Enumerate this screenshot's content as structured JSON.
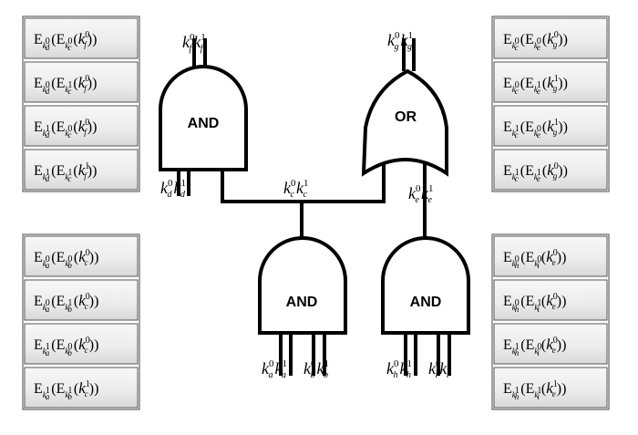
{
  "gates": [
    {
      "id": "and-top-left",
      "label": "AND"
    },
    {
      "id": "or-top-right",
      "label": "OR"
    },
    {
      "id": "and-bottom-middle",
      "label": "AND"
    },
    {
      "id": "and-bottom-right",
      "label": "AND"
    }
  ],
  "wire_labels": [
    {
      "id": "kf",
      "sub": "f",
      "sup0": "0",
      "sup1": "1"
    },
    {
      "id": "kg",
      "sub": "g",
      "sup0": "0",
      "sup1": "1"
    },
    {
      "id": "kd",
      "sub": "d",
      "sup0": "0",
      "sup1": "1"
    },
    {
      "id": "kc",
      "sub": "c",
      "sup0": "0",
      "sup1": "1"
    },
    {
      "id": "ke",
      "sub": "e",
      "sup0": "0",
      "sup1": "1"
    },
    {
      "id": "ka",
      "sub": "a",
      "sup0": "0",
      "sup1": "1"
    },
    {
      "id": "kb",
      "sub": "b",
      "sup0": "0",
      "sup1": "1"
    },
    {
      "id": "kh",
      "sub": "h",
      "sup0": "0",
      "sup1": "1"
    },
    {
      "id": "ki",
      "sub": "i",
      "sup0": "0",
      "sup1": "1"
    }
  ],
  "tables": [
    {
      "id": "table-top-left",
      "rows": [
        {
          "outer": "d",
          "o": "0",
          "inner": "c",
          "i": "0",
          "out": "f",
          "v": "0"
        },
        {
          "outer": "d",
          "o": "0",
          "inner": "c",
          "i": "1",
          "out": "f",
          "v": "0"
        },
        {
          "outer": "d",
          "o": "1",
          "inner": "c",
          "i": "0",
          "out": "f",
          "v": "0"
        },
        {
          "outer": "d",
          "o": "1",
          "inner": "c",
          "i": "1",
          "out": "f",
          "v": "1"
        }
      ]
    },
    {
      "id": "table-top-right",
      "rows": [
        {
          "outer": "c",
          "o": "0",
          "inner": "e",
          "i": "0",
          "out": "g",
          "v": "0"
        },
        {
          "outer": "c",
          "o": "0",
          "inner": "e",
          "i": "1",
          "out": "g",
          "v": "1"
        },
        {
          "outer": "c",
          "o": "1",
          "inner": "e",
          "i": "0",
          "out": "g",
          "v": "1"
        },
        {
          "outer": "c",
          "o": "1",
          "inner": "e",
          "i": "1",
          "out": "g",
          "v": "0"
        }
      ]
    },
    {
      "id": "table-bottom-left",
      "rows": [
        {
          "outer": "a",
          "o": "0",
          "inner": "b",
          "i": "0",
          "out": "c",
          "v": "0"
        },
        {
          "outer": "a",
          "o": "0",
          "inner": "b",
          "i": "1",
          "out": "c",
          "v": "0"
        },
        {
          "outer": "a",
          "o": "1",
          "inner": "b",
          "i": "0",
          "out": "c",
          "v": "0"
        },
        {
          "outer": "a",
          "o": "1",
          "inner": "b",
          "i": "1",
          "out": "c",
          "v": "1"
        }
      ]
    },
    {
      "id": "table-bottom-right",
      "rows": [
        {
          "outer": "h",
          "o": "0",
          "inner": "i",
          "i": "0",
          "out": "e",
          "v": "0"
        },
        {
          "outer": "h",
          "o": "0",
          "inner": "i",
          "i": "1",
          "out": "e",
          "v": "0"
        },
        {
          "outer": "h",
          "o": "1",
          "inner": "i",
          "i": "0",
          "out": "e",
          "v": "0"
        },
        {
          "outer": "h",
          "o": "1",
          "inner": "i",
          "i": "1",
          "out": "e",
          "v": "1"
        }
      ]
    }
  ],
  "symbols": {
    "cipher": "E",
    "key": "k"
  }
}
